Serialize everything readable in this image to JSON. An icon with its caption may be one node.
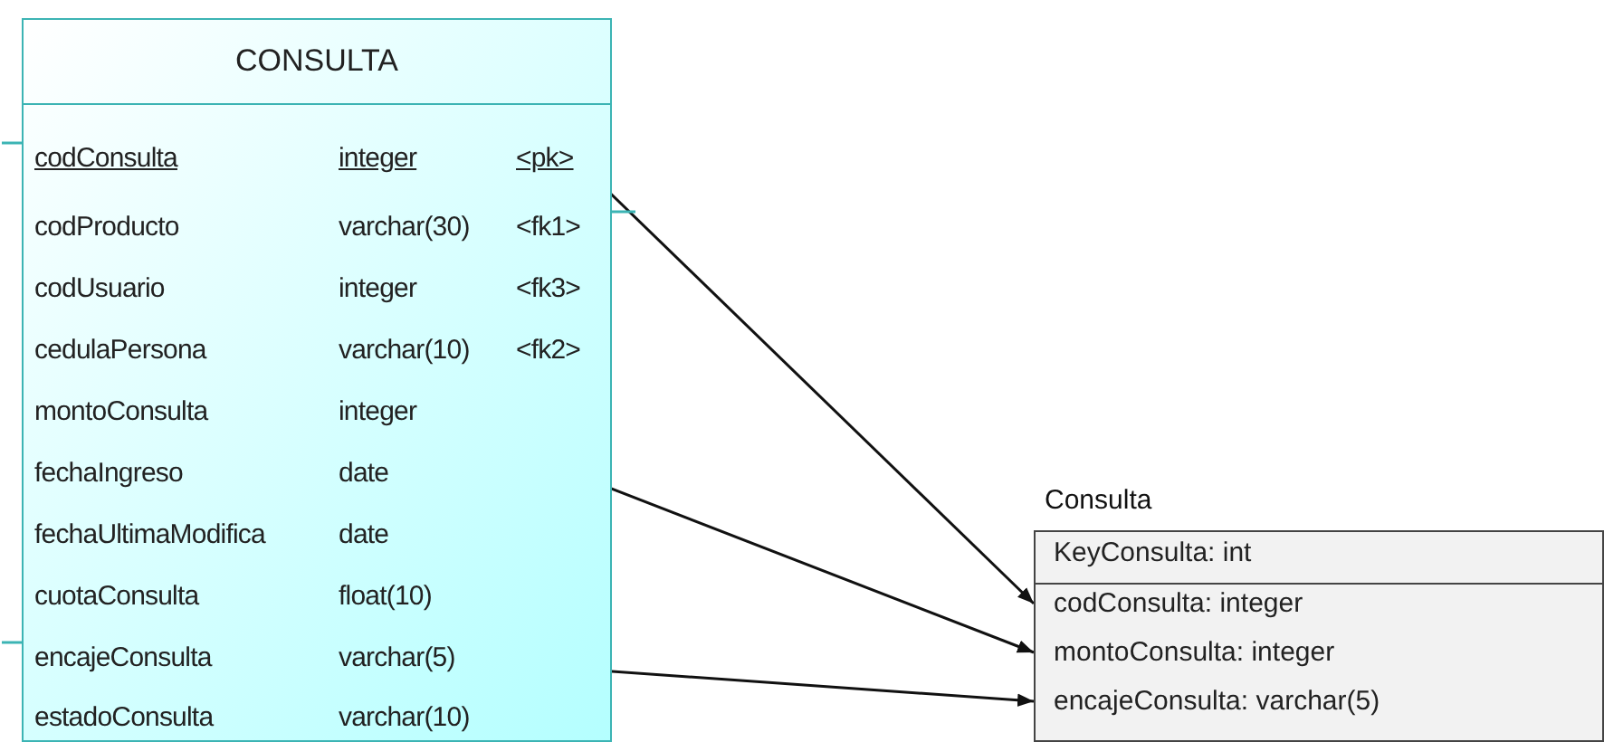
{
  "diagram": {
    "nodes": [
      {
        "text": [
          "CONSULTA"
        ]
      },
      {
        "text": [
          "codConsulta",
          "integer",
          "<pk>"
        ],
        "in": 0
      },
      {
        "text": [
          "codProducto",
          "varchar(30)",
          "<fk1>"
        ],
        "in": 0
      },
      {
        "text": [
          "codUsuario",
          "integer",
          "<fk3>"
        ],
        "in": 0
      },
      {
        "text": [
          "cedulaPersona",
          "varchar(10)",
          "<fk2>"
        ],
        "in": 0
      },
      {
        "text": [
          "montoConsulta",
          "integer"
        ],
        "in": 0
      },
      {
        "text": [
          "fechaIngreso",
          "date"
        ],
        "in": 0
      },
      {
        "text": [
          "fechaUltimaModifica",
          "date"
        ],
        "in": 0
      },
      {
        "text": [
          "cuotaConsulta",
          "float(10)"
        ],
        "in": 0
      },
      {
        "text": [
          "encajeConsulta",
          "varchar(5)"
        ],
        "in": 0
      },
      {
        "text": [
          "estadoConsulta",
          "varchar(10)"
        ],
        "in": 0
      },
      {
        "text": [
          "Consulta"
        ]
      },
      {
        "text": [
          "KeyConsulta: int"
        ],
        "in": 11
      },
      {
        "text": [
          "codConsulta: integer"
        ],
        "in": 11
      },
      {
        "text": [
          "montoConsulta: integer"
        ],
        "in": 11
      },
      {
        "text": [
          "encajeConsulta: varchar(5)"
        ],
        "in": 11
      }
    ],
    "edges": [
      {
        "from": 1,
        "to": 13,
        "arrow": "to"
      },
      {
        "from": 5,
        "to": 14,
        "arrow": "to"
      },
      {
        "from": 9,
        "to": 15,
        "arrow": "to"
      },
      {
        "from": null,
        "to": 1,
        "arrow": "none",
        "color": "#3cb4b4"
      },
      {
        "from": 2,
        "to": null,
        "arrow": "none",
        "color": "#3cb4b4"
      },
      {
        "from": null,
        "to": 9,
        "arrow": "none",
        "color": "#3cb4b4"
      }
    ]
  }
}
